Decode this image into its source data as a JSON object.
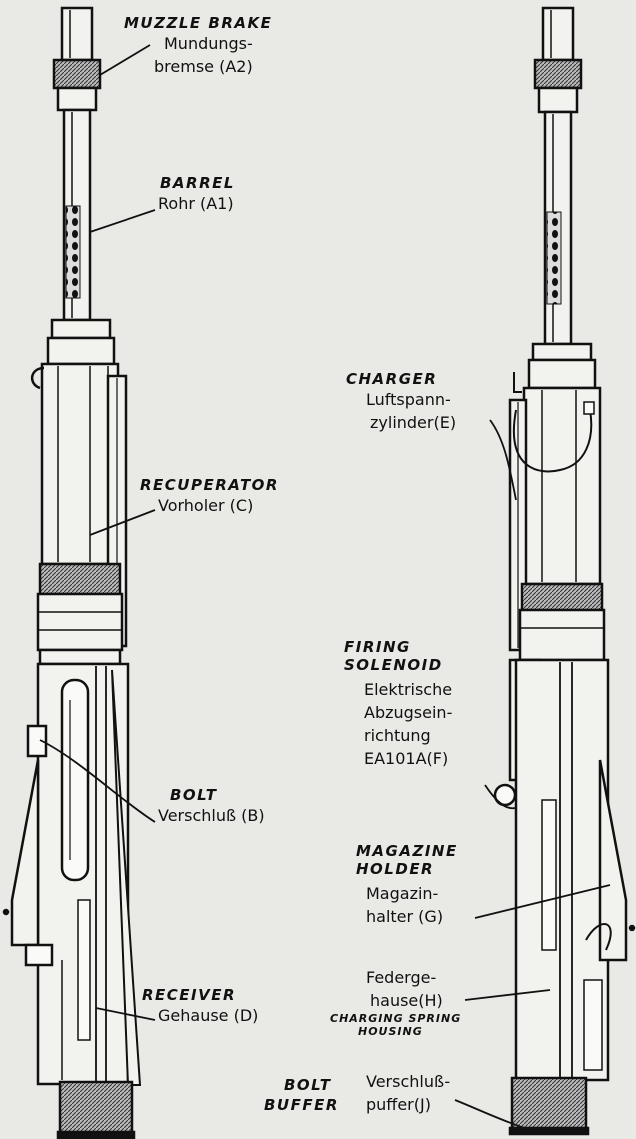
{
  "labels": {
    "muzzle_brake": {
      "en": "MUZZLE BRAKE",
      "de_1": "Mundungs-",
      "de_2": "bremse (A2)"
    },
    "barrel": {
      "en": "BARREL",
      "de": "Rohr (A1)"
    },
    "recuperator": {
      "en": "RECUPERATOR",
      "de": "Vorholer (C)"
    },
    "bolt": {
      "en": "BOLT",
      "de": "Verschluß (B)"
    },
    "receiver": {
      "en": "RECEIVER",
      "de": "Gehause (D)"
    },
    "charger": {
      "en": "CHARGER",
      "de_1": "Luftspann-",
      "de_2": "zylinder(E)"
    },
    "firing_solenoid": {
      "en_1": "FIRING",
      "en_2": "SOLENOID",
      "de_1": "Elektrische",
      "de_2": "Abzugsein-",
      "de_3": "richtung",
      "de_4": "EA101A(F)"
    },
    "magazine_holder": {
      "en_1": "MAGAZINE",
      "en_2": "HOLDER",
      "de_1": "Magazin-",
      "de_2": "halter (G)"
    },
    "charging_spring_housing": {
      "de_1": "Federge-",
      "de_2": "hause(H)",
      "en_1": "CHARGING SPRING",
      "en_2": "HOUSING"
    },
    "bolt_buffer": {
      "en_1": "BOLT",
      "en_2": "BUFFER",
      "de_1": "Verschluß-",
      "de_2": "puffer(J)"
    }
  },
  "colors": {
    "ink": "#111111",
    "paper": "#e9e9e6",
    "shade": "#3a3a3a"
  }
}
